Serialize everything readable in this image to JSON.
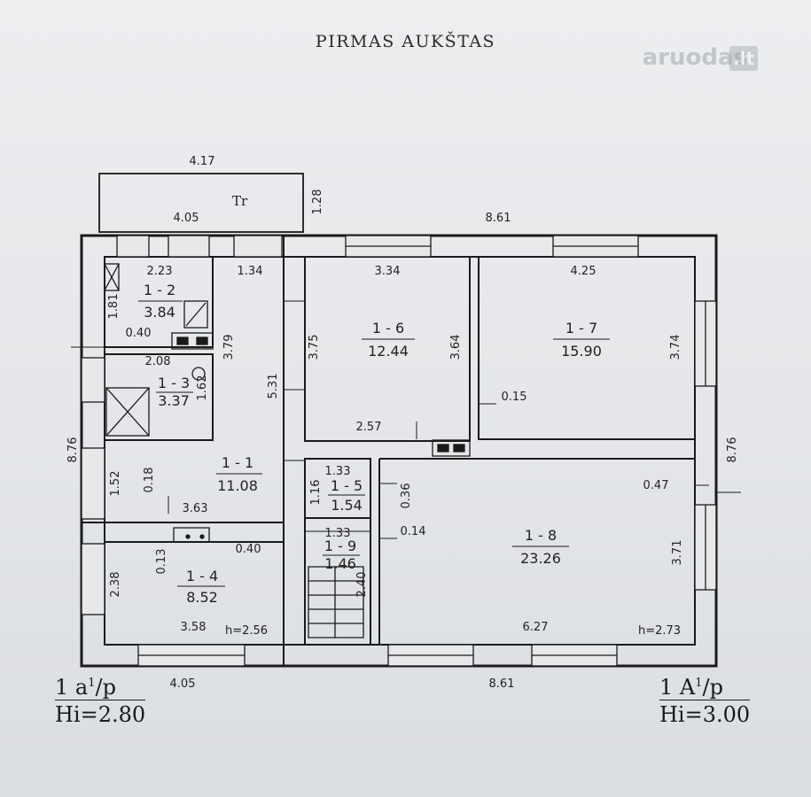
{
  "title": "PIRMAS AUKŠTAS",
  "watermark": {
    "text": "aruodas",
    "suffix": ".lt"
  },
  "terrace": {
    "label": "Tr",
    "width": "4.17",
    "depth": "1.28"
  },
  "rooms": [
    {
      "id": "1 - 1",
      "area": "11.08"
    },
    {
      "id": "1 - 2",
      "area": "3.84"
    },
    {
      "id": "1 - 3",
      "area": "3.37"
    },
    {
      "id": "1 - 4",
      "area": "8.52"
    },
    {
      "id": "1 - 5",
      "area": "1.54"
    },
    {
      "id": "1 - 6",
      "area": "12.44"
    },
    {
      "id": "1 - 7",
      "area": "15.90"
    },
    {
      "id": "1 - 8",
      "area": "23.26"
    },
    {
      "id": "1 - 9",
      "area": "1.46"
    }
  ],
  "dimensions": {
    "top_left": "4.05",
    "top_right": "8.61",
    "bottom_left": "4.05",
    "bottom_right": "8.61",
    "left_side": "8.76",
    "right_side": "8.76",
    "r2_w": "2.23",
    "r2_h": "1.81",
    "r2_offset": "0.40",
    "corr_w": "1.34",
    "corr_h": "3.79",
    "corr_full": "5.31",
    "r3_w": "2.08",
    "r3_h": "1.62",
    "r1_h": "1.52",
    "r1_niche": "0.18",
    "r1_w": "3.63",
    "r6_w": "3.34",
    "r6_h": "3.75",
    "r6_h2": "3.64",
    "r6_bottom": "2.57",
    "r7_w": "4.25",
    "r7_h": "3.74",
    "r7_niche": "0.15",
    "r5_w": "1.33",
    "r5_h": "1.16",
    "r9_w": "1.33",
    "r9_h": "2.40",
    "r8_niche": "0.36",
    "r8_niche2": "0.14",
    "r8_right": "0.47",
    "r8_h": "3.71",
    "r8_w": "6.27",
    "r8_height": "h=2.73",
    "r4_h": "2.38",
    "r4_niche": "0.13",
    "r4_offset": "0.40",
    "r4_w": "3.58",
    "r4_height": "h=2.56"
  },
  "legend_left": {
    "line1": "1 a",
    "sup": "1",
    "suffix": "/p",
    "line2": "Hi=2.80"
  },
  "legend_right": {
    "line1": "1 A",
    "sup": "1",
    "suffix": "/p",
    "line2": "Hi=3.00"
  }
}
